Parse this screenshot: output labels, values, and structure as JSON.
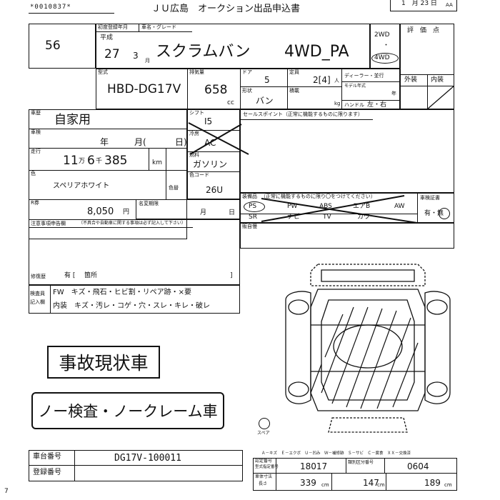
{
  "header": {
    "number": "*0010837*",
    "title": "ＪＵ広島　オークション出品申込書",
    "date": "1　月 23 日",
    "date_suffix": "AA"
  },
  "lot": {
    "number": "56"
  },
  "registration": {
    "first_reg_label": "初度登録年月",
    "car_grade_label": "車名・グレード",
    "era": "平成",
    "year": "27",
    "month": "3",
    "month_unit": "月",
    "car_name": "スクラムバン",
    "grade": "4WD_PA"
  },
  "drive": {
    "opt1": "2WD",
    "sep": "・",
    "opt2": "4WD"
  },
  "evaluation": {
    "label": "評　価　点",
    "exterior": "外装",
    "interior": "内装"
  },
  "spec": {
    "model_label": "型式",
    "model": "HBD-DG17V",
    "displacement_label": "排気量",
    "displacement": "658",
    "displacement_unit": "cc",
    "doors_label": "ドア",
    "doors": "5",
    "capacity_label": "定員",
    "capacity": "2[4]",
    "capacity_unit": "人",
    "shape_label": "形状",
    "shape": "バン",
    "load_label": "積載",
    "load_unit": "kg",
    "dealer_label": "ディーラー・並行",
    "model_year_label": "モデル年式",
    "model_year_unit": "年",
    "handle_label": "ハンドル",
    "handle": "左・右"
  },
  "history": {
    "label": "車歴",
    "value": "自家用"
  },
  "inspection": {
    "label": "車検",
    "year_unit": "年",
    "month_unit": "月(",
    "day_unit": "日)"
  },
  "mileage": {
    "label": "走行",
    "man": "11",
    "man_unit": "万",
    "sen": "6",
    "sen_unit": "千",
    "rest": "385",
    "unit": "km"
  },
  "color": {
    "label": "色",
    "value": "スペリアホワイト",
    "change_label": "色替",
    "code_label": "色コード",
    "code": "26U"
  },
  "recycle": {
    "label": "R券",
    "value": "8,050",
    "unit": "円",
    "transfer_label": "名変期限",
    "month_unit": "月",
    "day_unit": "日"
  },
  "shift": {
    "label": "シフト",
    "value": "I5"
  },
  "aircon": {
    "label": "冷房",
    "value": "AC"
  },
  "fuel": {
    "label": "燃料",
    "value": "ガソリン"
  },
  "sales_point": {
    "label": "セールスポイント（正常に機能するものに限ります）"
  },
  "equipment": {
    "label": "装備品",
    "note": "（正常に機能するものに限り〇をつけてください）",
    "row1": [
      "PS",
      "PW",
      "ABS",
      "エアB",
      "AW"
    ],
    "row2": [
      "SR",
      "ナビ",
      "TV",
      "カワ"
    ]
  },
  "certificate": {
    "label": "車検証書",
    "value": "有・無"
  },
  "selling_items": {
    "label": "販自慢"
  },
  "notes": {
    "label": "注意事項申告欄",
    "sub": "（不具合や自動車に関する事項は必ず記入して下さい）"
  },
  "repair": {
    "label": "修復歴",
    "value": "有 [",
    "value2": "箇所",
    "close": "]"
  },
  "inspector": {
    "label1": "検査員",
    "label2": "記入欄",
    "row1": "FW　キズ・飛石・ヒビ割・リペア跡・×要",
    "row2_prefix": "内装",
    "row2": "キズ・汚レ・コゲ・穴・スレ・キレ・破レ"
  },
  "stamps": {
    "accident": "事故現状車",
    "no_claim": "ノー検査・ノークレーム車"
  },
  "diagram": {
    "spare_label": "スペア"
  },
  "legend": "Ａ－キズ　Ｅ－エクボ　Ｕ－凹み　Ｗ－補修跡　Ｓ－サビ　Ｃ－腐食　ＸＸ－交換済",
  "chassis": {
    "label": "車台番号",
    "value": "DG17V-100011"
  },
  "registration_no": {
    "label": "登録番号"
  },
  "certification": {
    "label": "認定番号",
    "sub": "型式指定番号",
    "value": "18017",
    "class_label": "類別区分番号",
    "class": "0604"
  },
  "dims": {
    "label": "車体寸法",
    "sub": "長さ",
    "length": "339",
    "length_unit": "cm",
    "width": "147",
    "width_unit": "cm",
    "height": "189",
    "height_unit": "cm"
  },
  "footer_mark": "7"
}
